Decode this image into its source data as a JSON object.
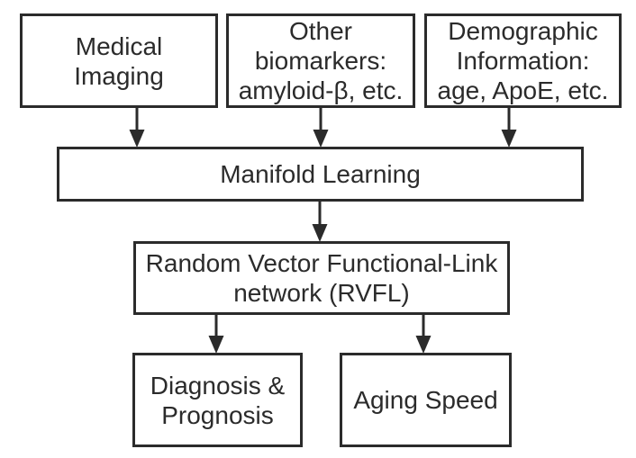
{
  "figure": {
    "type": "flowchart",
    "background": "#ffffff",
    "line_color": "#2b2b2b",
    "text_color": "#2b2b2b"
  },
  "nodes": {
    "medical_imaging": {
      "label": "Medical\nImaging"
    },
    "other_biomarkers": {
      "label": "Other\nbiomarkers:\namyloid-β, etc."
    },
    "demographic_information": {
      "label": "Demographic\nInformation:\nage, ApoE, etc."
    },
    "manifold_learning": {
      "label": "Manifold Learning"
    },
    "rvfl_network": {
      "label": "Random Vector Functional-Link\nnetwork (RVFL)"
    },
    "diagnosis_prognosis": {
      "label": "Diagnosis &\nPrognosis"
    },
    "aging_speed": {
      "label": "Aging Speed"
    }
  },
  "edges": [
    {
      "from": "medical_imaging",
      "to": "manifold_learning"
    },
    {
      "from": "other_biomarkers",
      "to": "manifold_learning"
    },
    {
      "from": "demographic_information",
      "to": "manifold_learning"
    },
    {
      "from": "manifold_learning",
      "to": "rvfl_network"
    },
    {
      "from": "rvfl_network",
      "to": "diagnosis_prognosis"
    },
    {
      "from": "rvfl_network",
      "to": "aging_speed"
    }
  ]
}
